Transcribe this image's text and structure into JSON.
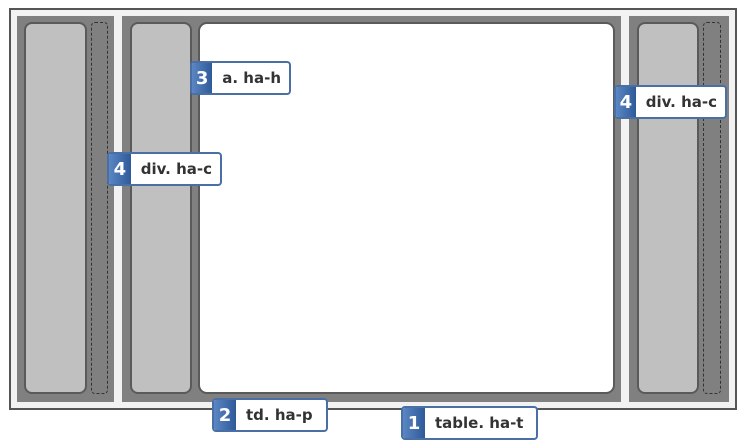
{
  "callouts": [
    {
      "number": "1",
      "label": "table. ha-t"
    },
    {
      "number": "2",
      "label": "td. ha-p"
    },
    {
      "number": "3",
      "label": "a. ha-h"
    },
    {
      "number": "4",
      "label": "div. ha-c"
    },
    {
      "number": "4",
      "label": "div. ha-c"
    }
  ],
  "colors": {
    "frame_border": "#555555",
    "cell_fill": "#808080",
    "panel_fill": "#c0c0c0",
    "main_fill": "#ffffff",
    "callout_border": "#4a6fa5",
    "callout_badge": "#3d6aab"
  }
}
